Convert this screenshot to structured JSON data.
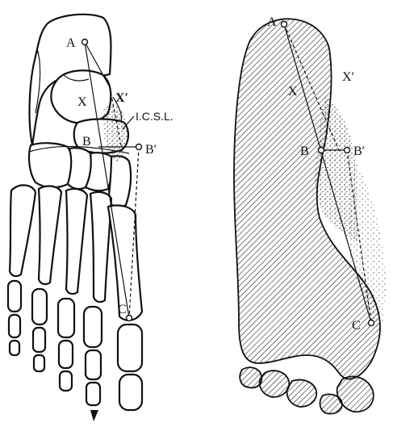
{
  "labels": {
    "left": {
      "a": "A",
      "x": "X",
      "x_prime": "X′",
      "icsl": "I.C.S.L.",
      "b": "B",
      "b_prime": "B′",
      "c": "C"
    },
    "right": {
      "a": "A",
      "x": "X",
      "x_prime": "X′",
      "b": "B",
      "b_prime": "B′",
      "c": "C"
    }
  },
  "colors": {
    "ink": "#111111",
    "paper": "#ffffff"
  }
}
